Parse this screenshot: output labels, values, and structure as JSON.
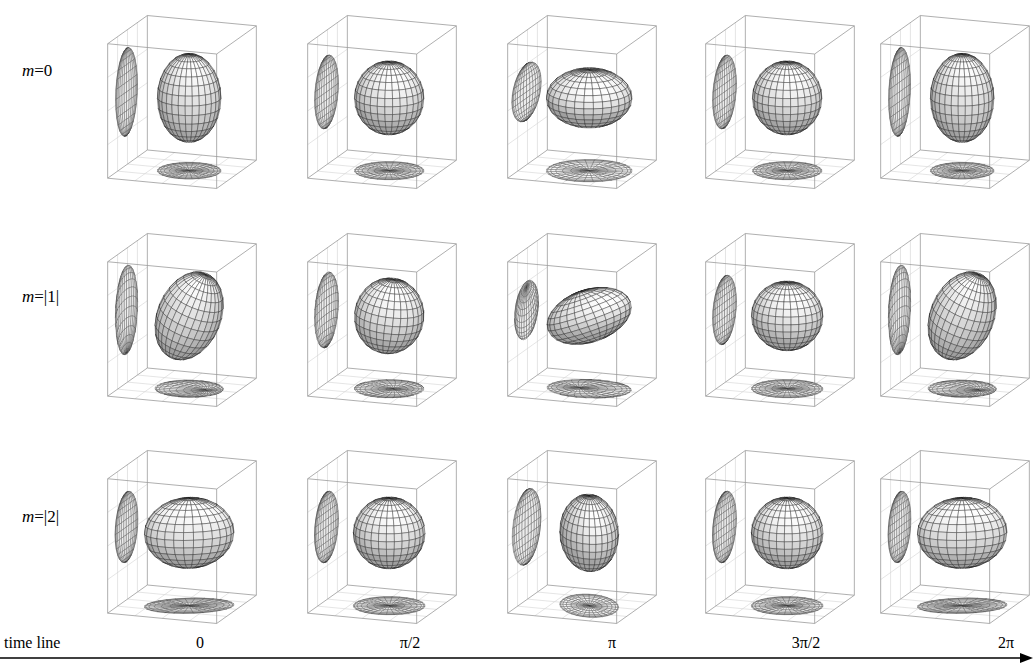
{
  "diagram": {
    "labels": [
      "m=0",
      "m=|1|",
      "m=|2|",
      "time line",
      "0",
      "π/2",
      "π",
      "3π/2",
      "2π"
    ]
  }
}
